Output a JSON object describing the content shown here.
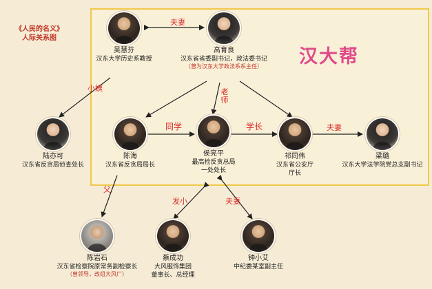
{
  "title": {
    "line1": "《人民的名义》",
    "line2": "人际关系图"
  },
  "gang_label": "汉大帮",
  "people": {
    "wu": {
      "name": "吴慧芬",
      "role1": "汉东大学历史系教授"
    },
    "gao": {
      "name": "高育良",
      "role1": "汉东省省委副书记，政法委书记",
      "note": "（曾为汉东大学政法系系主任）"
    },
    "lu": {
      "name": "陆亦可",
      "role1": "汉东省反贪局侦查处长"
    },
    "chenhai": {
      "name": "陈海",
      "role1": "汉东省反贪局局长"
    },
    "hou": {
      "name": "侯亮平",
      "role1": "最高检反贪总局",
      "role2": "一处处长"
    },
    "qi": {
      "name": "祁同伟",
      "role1": "汉东省公安厅",
      "role2": "厅长"
    },
    "liang": {
      "name": "梁璐",
      "role1": "汉东大学法学院党总支副书记"
    },
    "chenyan": {
      "name": "陈岩石",
      "role1": "汉东省检察院原常务副检察长",
      "note": "（曾领导，改组大风厂）"
    },
    "cai": {
      "name": "蔡成功",
      "role1": "大风服饰集团",
      "role2": "董事长、总经理"
    },
    "zhong": {
      "name": "钟小艾",
      "role1": "中纪委某室副主任"
    }
  },
  "relations": {
    "wu_gao": "夫妻",
    "wu_lu": "小姨",
    "gao_hou": "老师",
    "chenhai_hou": "同学",
    "hou_qi": "学长",
    "qi_liang": "夫妻",
    "chenyan_chenhai": "父",
    "cai_hou": "发小",
    "zhong_hou": "夫妻"
  },
  "colors": {
    "background": "#f6ecd6",
    "region_border": "#f0c94a",
    "relation_text": "#d9302c",
    "gang_text": "#e04a8a",
    "line": "#222222"
  }
}
